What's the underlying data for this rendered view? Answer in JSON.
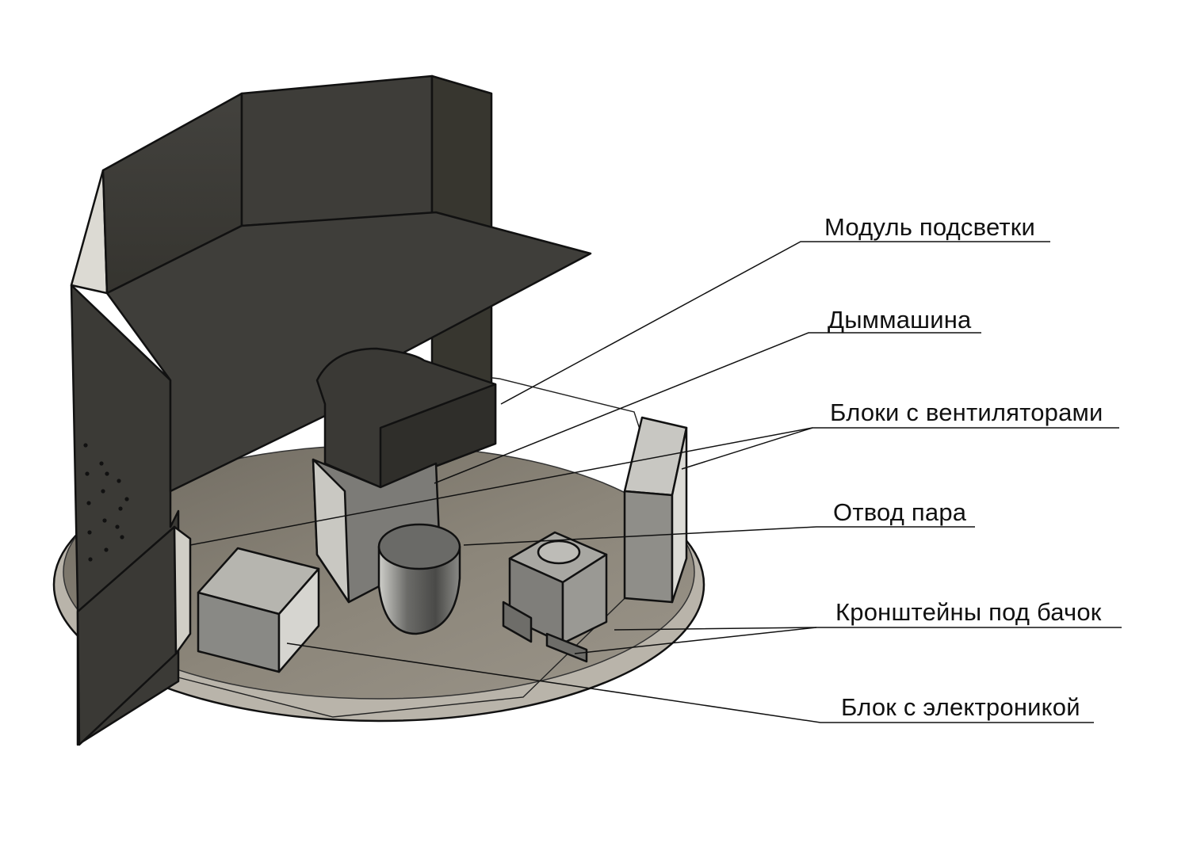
{
  "colors": {
    "panel_dark": "#3a3935",
    "panel_mid": "#46443f",
    "panel_light": "#d8d6cf",
    "base_floor": "#8a8478",
    "base_rim": "#b9b4aa",
    "block_face": "#8b8b87",
    "block_top": "#b4b3ad",
    "block_side": "#d9d8d3",
    "line": "#111111"
  },
  "callouts": [
    {
      "id": "lighting-module",
      "label": "Модуль подсветки"
    },
    {
      "id": "smoke-machine",
      "label": "Дыммашина"
    },
    {
      "id": "fan-blocks",
      "label": "Блоки с вентиляторами"
    },
    {
      "id": "steam-outlet",
      "label": "Отвод пара"
    },
    {
      "id": "tank-brackets",
      "label": "Кронштейны под бачок"
    },
    {
      "id": "electronics-block",
      "label": "Блок с электроникой"
    }
  ]
}
